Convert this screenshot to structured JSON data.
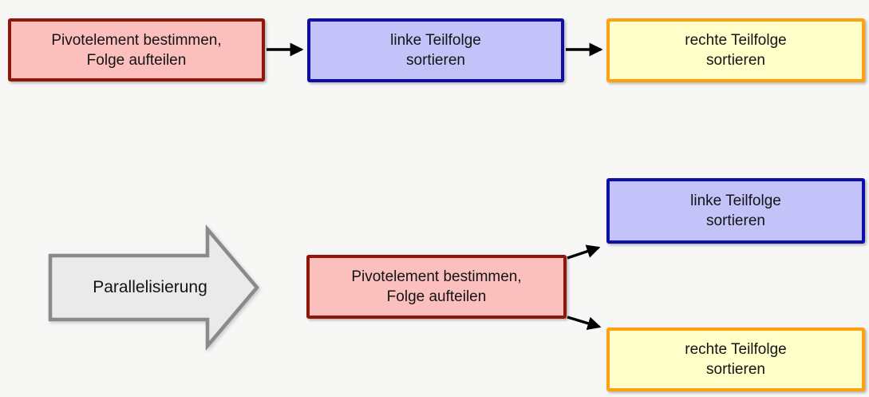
{
  "colors": {
    "canvas_bg": "#f7f7f6",
    "text": "#141414",
    "pivot_fill": "#fbc0bd",
    "pivot_border": "#8e1709",
    "left_fill": "#c3c3f9",
    "left_border": "#0d0da8",
    "right_fill": "#ffffc9",
    "right_border": "#ffa013",
    "big_arrow_fill": "#eaeaea",
    "big_arrow_border": "#8a8a8a",
    "connector": "#000000"
  },
  "sequential": {
    "pivot": {
      "line1": "Pivotelement bestimmen,",
      "line2": "Folge aufteilen"
    },
    "left_sort": {
      "line1": "linke Teilfolge",
      "line2": "sortieren"
    },
    "right_sort": {
      "line1": "rechte Teilfolge",
      "line2": "sortieren"
    }
  },
  "parallel": {
    "arrow_label": "Parallelisierung",
    "pivot": {
      "line1": "Pivotelement bestimmen,",
      "line2": "Folge aufteilen"
    },
    "left_sort": {
      "line1": "linke Teilfolge",
      "line2": "sortieren"
    },
    "right_sort": {
      "line1": "rechte Teilfolge",
      "line2": "sortieren"
    }
  }
}
